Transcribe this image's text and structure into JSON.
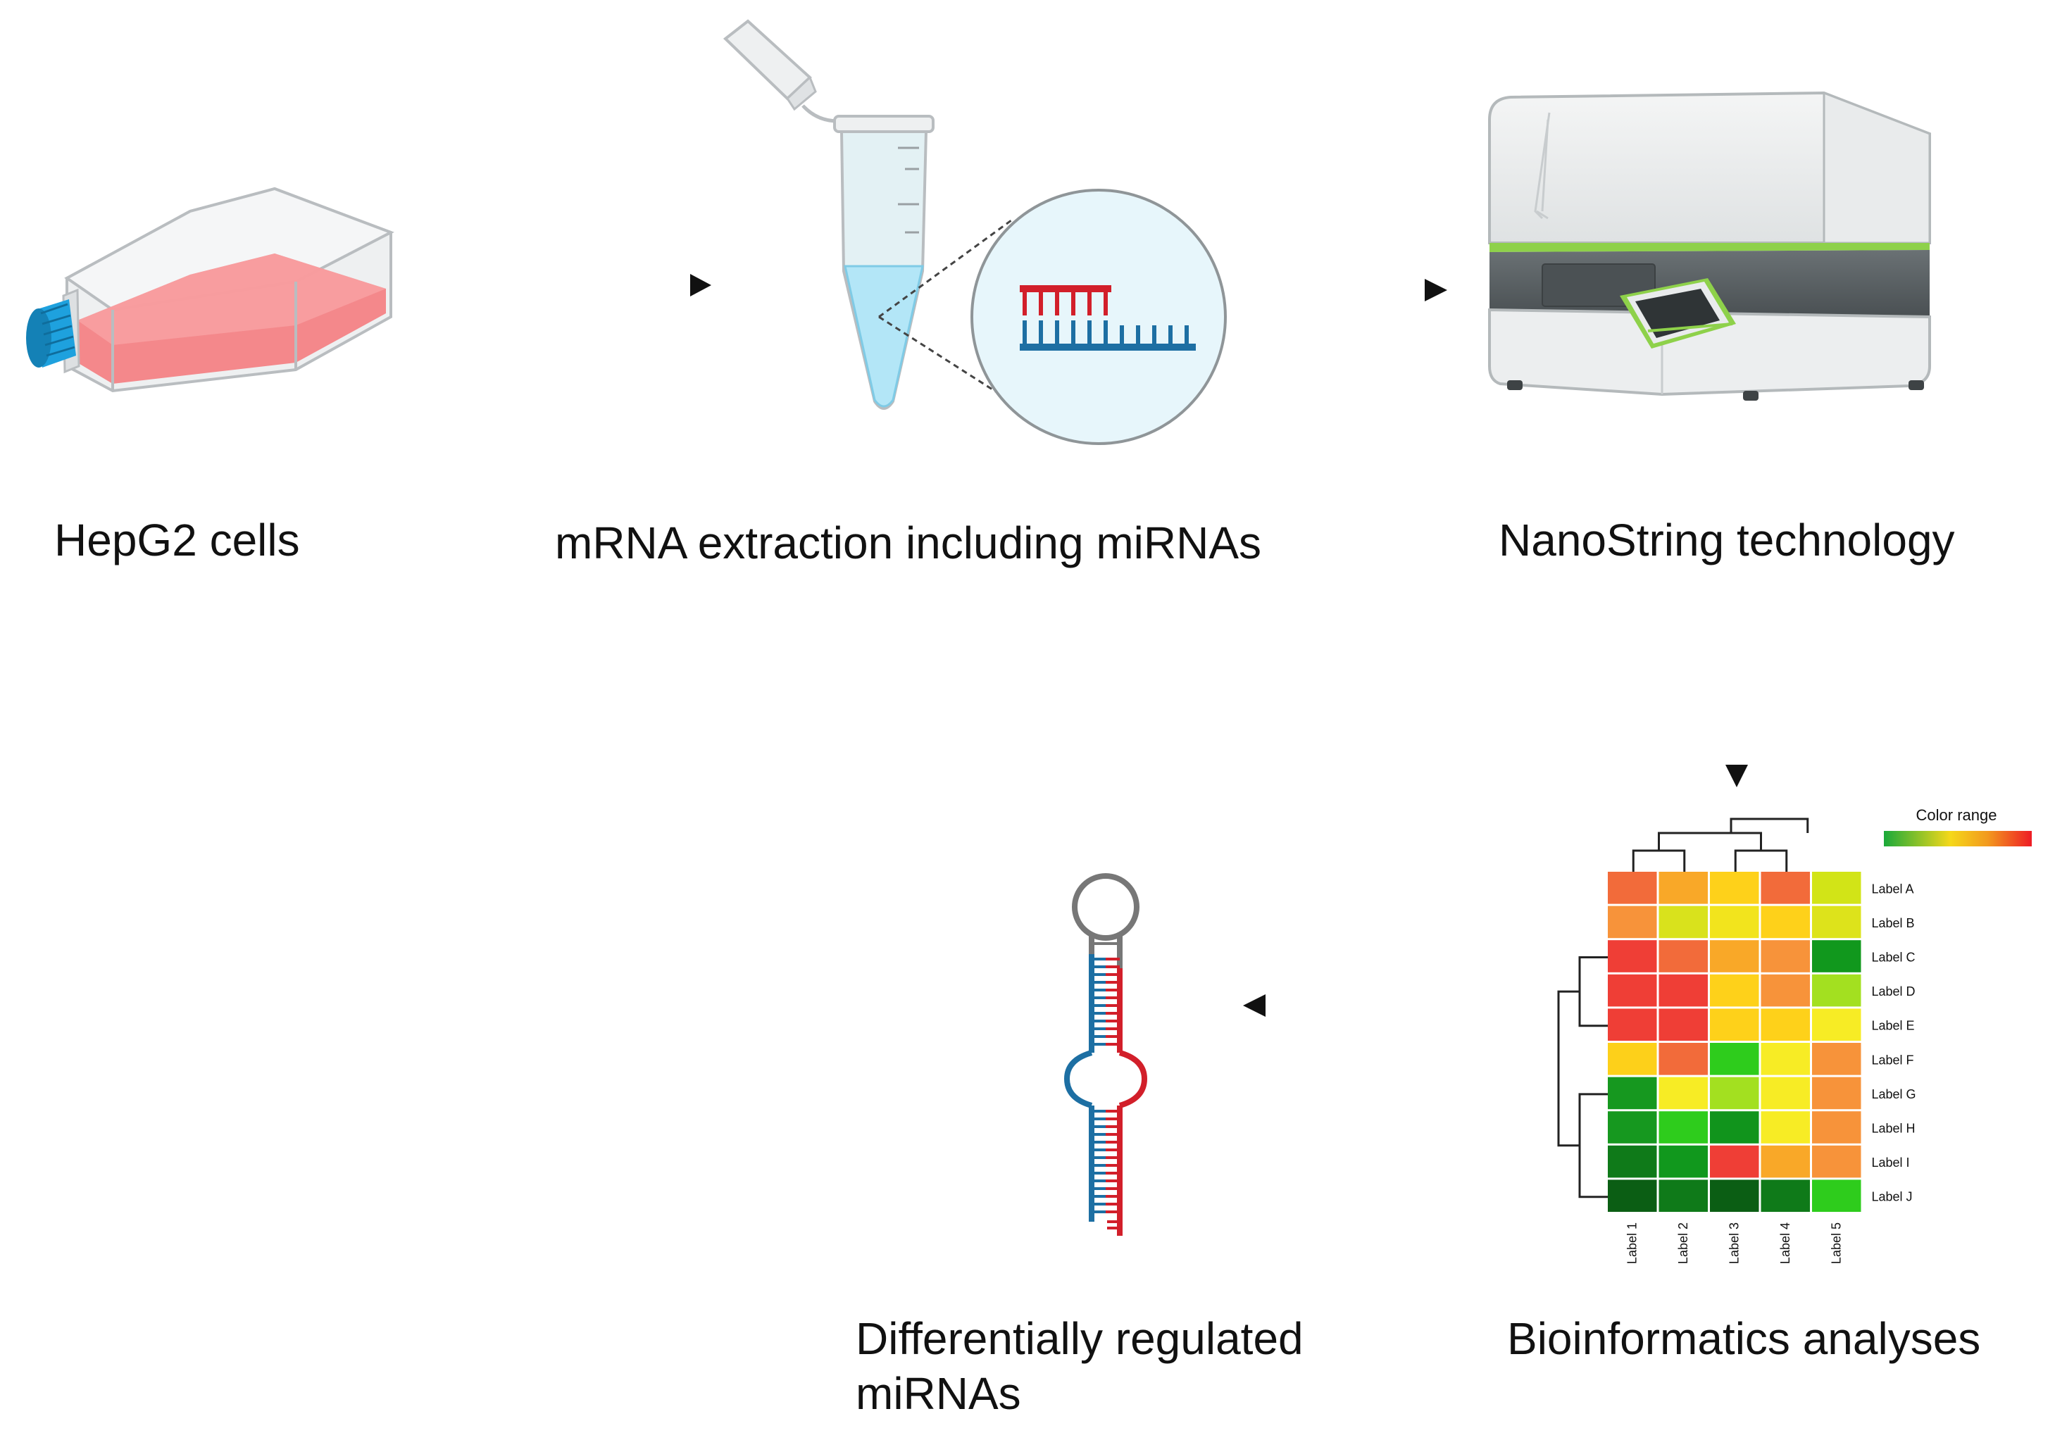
{
  "steps": {
    "cells": {
      "label": "HepG2 cells"
    },
    "extraction": {
      "label": "mRNA extraction including miRNAs"
    },
    "nanostring": {
      "label": "NanoString technology"
    },
    "bioinformatics": {
      "label": "Bioinformatics analyses"
    },
    "mirnas": {
      "label_line1": "Differentially regulated",
      "label_line2": "miRNAs"
    }
  },
  "heatmap": {
    "legend_title": "Color range",
    "row_labels": [
      "Label A",
      "Label B",
      "Label C",
      "Label D",
      "Label E",
      "Label F",
      "Label G",
      "Label H",
      "Label I",
      "Label J"
    ],
    "col_labels": [
      "Label 1",
      "Label 2",
      "Label 3",
      "Label 4",
      "Label 5"
    ],
    "cells": [
      [
        "#f26b3a",
        "#f9a828",
        "#fed11a",
        "#f26b3a",
        "#d2e417"
      ],
      [
        "#f7933a",
        "#d9e21c",
        "#f2e41d",
        "#fed11a",
        "#dde31b"
      ],
      [
        "#ef3e36",
        "#f26b3a",
        "#f9a828",
        "#f7933a",
        "#11981d"
      ],
      [
        "#ef3e36",
        "#ef3e36",
        "#fed11a",
        "#f7933a",
        "#a3e020"
      ],
      [
        "#ef3e36",
        "#ef3e36",
        "#fed11a",
        "#fed11a",
        "#f7ec25"
      ],
      [
        "#fdd01a",
        "#f26b3a",
        "#2ecc1c",
        "#f7ec25",
        "#f7933a"
      ],
      [
        "#16981f",
        "#f7ec25",
        "#a3e020",
        "#f7ec25",
        "#f7933a"
      ],
      [
        "#16981f",
        "#2ecc1c",
        "#11941c",
        "#f7ec25",
        "#f7933a"
      ],
      [
        "#0f7a19",
        "#11981d",
        "#ef3e36",
        "#f9a828",
        "#f7933a"
      ],
      [
        "#0b5e14",
        "#0f7a19",
        "#0b5e14",
        "#0f7a19",
        "#2ecc1c"
      ]
    ],
    "legend_colors": [
      "#1aa93a",
      "#f5d81a",
      "#f29a1e",
      "#ee1c25"
    ]
  },
  "colors": {
    "arrow": "#111111",
    "flask_liquid": "#f47c80",
    "flask_cap": "#1ea1de",
    "tube_liquid": "#b3e6f7",
    "strand_red": "#d21f2a",
    "strand_blue": "#1d6fa3",
    "machine_body": "#5a6063",
    "machine_accent": "#8ed14a"
  }
}
